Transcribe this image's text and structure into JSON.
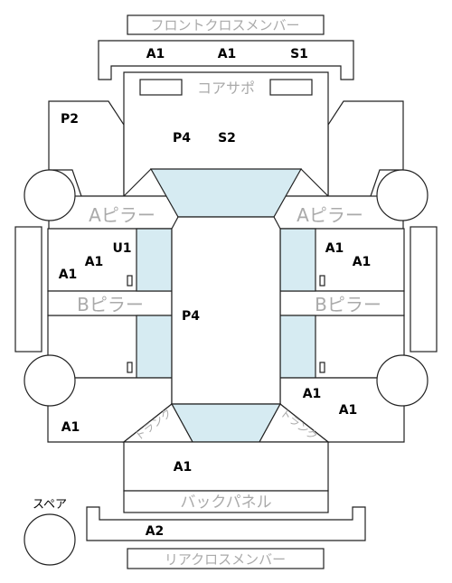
{
  "parts": {
    "front_cross_member": "フロントクロスメンバー",
    "core_support": "コアサポ",
    "a_pillar_left": "Aピラー",
    "a_pillar_right": "Aピラー",
    "b_pillar_left": "Bピラー",
    "b_pillar_right": "Bピラー",
    "trunk_left": "トランク",
    "trunk_right": "トランク",
    "back_panel": "バックパネル",
    "rear_cross_member": "リアクロスメンバー",
    "spare": "スペア"
  },
  "grades": {
    "front_cross_left": "A1",
    "front_cross_mid": "A1",
    "front_cross_right": "S1",
    "front_left_fender": "P2",
    "hood_left": "P4",
    "hood_right": "S2",
    "front_left_door_a": "U1",
    "front_left_door_b": "A1",
    "front_left_door_c": "A1",
    "front_right_door_a": "A1",
    "front_right_door_b": "A1",
    "roof": "P4",
    "rear_right_door_a": "A1",
    "rear_right_door_b": "A1",
    "rear_left_quarter": "A1",
    "trunk_lid": "A1",
    "rear_cross": "A2"
  },
  "colors": {
    "glass": "#d6ebf2",
    "outline": "#222222",
    "part_label": "#aaaaaa"
  }
}
